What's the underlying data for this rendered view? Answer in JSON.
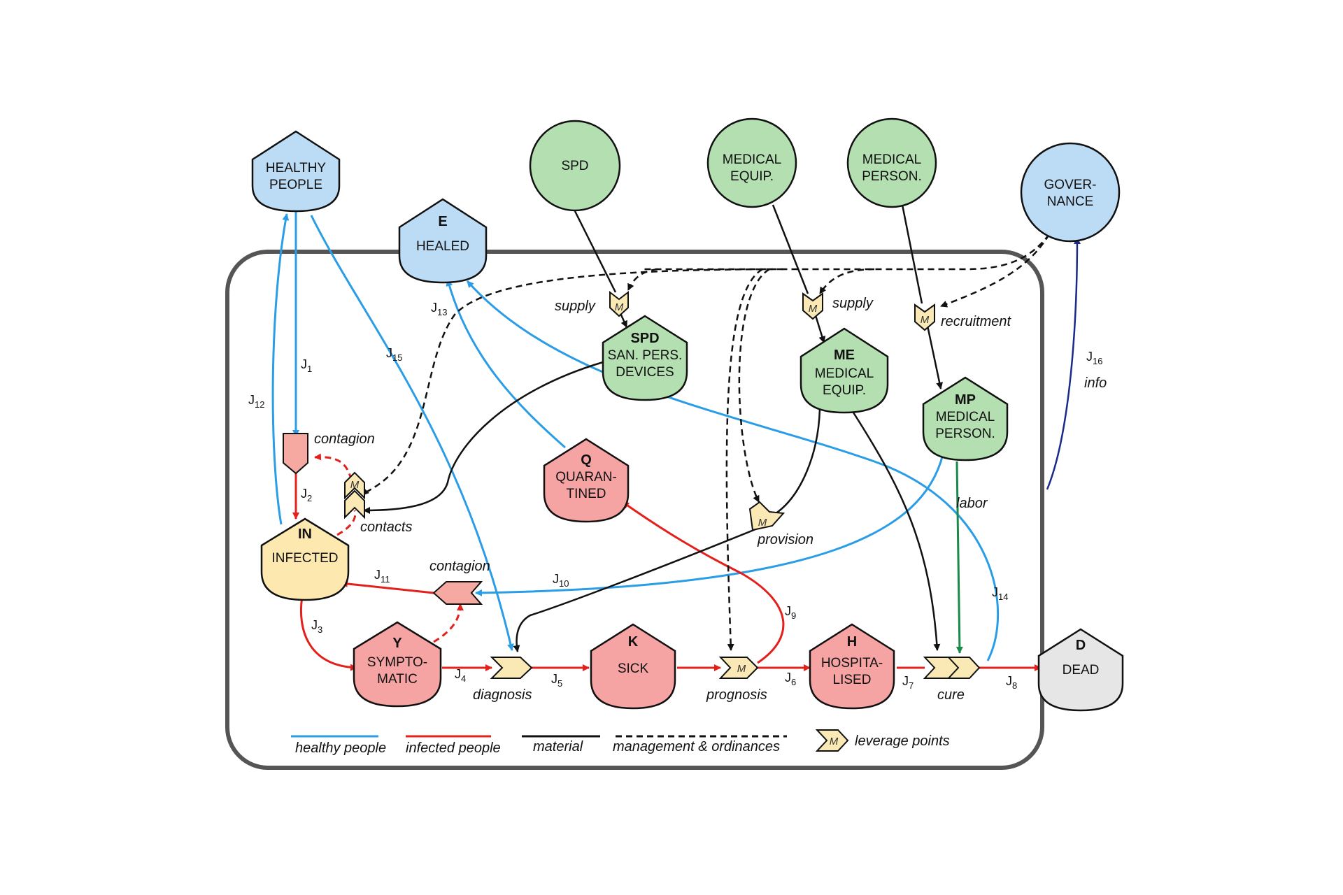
{
  "nodes": {
    "healthy": {
      "label1": "HEALTHY",
      "label2": "PEOPLE"
    },
    "healed": {
      "code": "E",
      "label1": "HEALED"
    },
    "spd_ext": {
      "label1": "SPD"
    },
    "med_equip_ext": {
      "label1": "MEDICAL",
      "label2": "EQUIP."
    },
    "med_person_ext": {
      "label1": "MEDICAL",
      "label2": "PERSON."
    },
    "governance": {
      "label1": "GOVER-",
      "label2": "NANCE"
    },
    "spd": {
      "code": "SPD",
      "label1": "SAN. PERS.",
      "label2": "DEVICES"
    },
    "me": {
      "code": "ME",
      "label1": "MEDICAL",
      "label2": "EQUIP."
    },
    "mp": {
      "code": "MP",
      "label1": "MEDICAL",
      "label2": "PERSON."
    },
    "quarantined": {
      "code": "Q",
      "label1": "QUARAN-",
      "label2": "TINED"
    },
    "infected": {
      "code": "IN",
      "label1": "INFECTED"
    },
    "symptomatic": {
      "code": "Y",
      "label1": "SYMPTO-",
      "label2": "MATIC"
    },
    "sick": {
      "code": "K",
      "label1": "SICK"
    },
    "hospitalised": {
      "code": "H",
      "label1": "HOSPITA-",
      "label2": "LISED"
    },
    "dead": {
      "code": "D",
      "label1": "DEAD"
    }
  },
  "process_labels": {
    "supply_spd": "supply",
    "supply_me": "supply",
    "recruitment": "recruitment",
    "contagion_top": "contagion",
    "contacts": "contacts",
    "contagion_mid": "contagion",
    "provision": "provision",
    "labor": "labor",
    "info": "info",
    "diagnosis": "diagnosis",
    "prognosis": "prognosis",
    "cure": "cure"
  },
  "leverage_mark": "M",
  "flows": {
    "j1": {
      "main": "J",
      "sub": "1"
    },
    "j2": {
      "main": "J",
      "sub": "2"
    },
    "j3": {
      "main": "J",
      "sub": "3"
    },
    "j4": {
      "main": "J",
      "sub": "4"
    },
    "j5": {
      "main": "J",
      "sub": "5"
    },
    "j6": {
      "main": "J",
      "sub": "6"
    },
    "j7": {
      "main": "J",
      "sub": "7"
    },
    "j8": {
      "main": "J",
      "sub": "8"
    },
    "j9": {
      "main": "J",
      "sub": "9"
    },
    "j10": {
      "main": "J",
      "sub": "10"
    },
    "j11": {
      "main": "J",
      "sub": "11"
    },
    "j12": {
      "main": "J",
      "sub": "12"
    },
    "j13": {
      "main": "J",
      "sub": "13"
    },
    "j14": {
      "main": "J",
      "sub": "14"
    },
    "j15": {
      "main": "J",
      "sub": "15"
    },
    "j16": {
      "main": "J",
      "sub": "16"
    }
  },
  "legend": {
    "healthy": "healthy people",
    "infected": "infected people",
    "material": "material",
    "management": "management & ordinances",
    "leverage": "leverage points"
  },
  "colors": {
    "blue_fill": "#bcdcf6",
    "green_fill": "#b3dfb1",
    "red_fill": "#f5a3a3",
    "yellow_fill": "#fde9b0",
    "gray_fill": "#e6e6e6",
    "leverage_fill": "#fbe9b5",
    "contagion_fill": "#f5a9a0",
    "blue_line": "#2a9de6",
    "red_line": "#e3201b",
    "dark_blue_line": "#1a2a8a",
    "green_line": "#1a8a4a",
    "frame": "#555555"
  }
}
